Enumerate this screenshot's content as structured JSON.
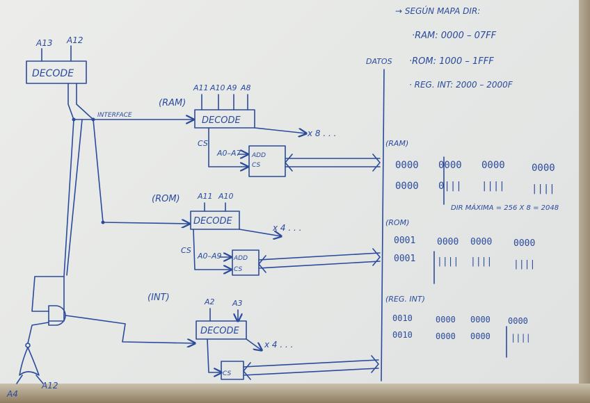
{
  "address_map": {
    "heading": "→ SEGÚN MAPA DIR:",
    "ram": "·RAM: 0000 – 07FF",
    "rom": "·ROM: 1000 – 1FFF",
    "reg": "· REG. INT: 2000 – 2000F"
  },
  "top_decoder": {
    "label": "DECODE",
    "in_a": "A13",
    "in_b": "A12"
  },
  "interface_label": "INTERFACE",
  "datos_label": "DATOS",
  "ram_block": {
    "tag": "(RAM)",
    "decode": "DECODE",
    "inputs": [
      "A11",
      "A10",
      "A9",
      "A8"
    ],
    "cs": "CS",
    "addr": "A0–A7",
    "chip_add": "ADD",
    "chip_cs": "CS",
    "mult": "x 8 . . ."
  },
  "rom_block": {
    "tag": "(ROM)",
    "decode": "DECODE",
    "inputs": [
      "A11",
      "A10"
    ],
    "cs": "CS",
    "addr": "A0–A9",
    "chip_add": "ADD",
    "chip_cs": "CS",
    "mult": "x 4 . . ."
  },
  "int_block": {
    "tag": "(INT)",
    "decode": "DECODE",
    "inputs": [
      "A2",
      "A3"
    ],
    "chip_cs": "CS",
    "mult": "x 4 . . ."
  },
  "gate_inputs": [
    "A4",
    "A12"
  ],
  "bits": {
    "ram_tag": "(RAM)",
    "ram_row1": [
      "0000",
      "0000",
      "0000",
      "0000"
    ],
    "ram_row2": [
      "0000",
      "0|||",
      "||||",
      "||||"
    ],
    "ram_note": "DIR MÁXIMA = 256 X 8 = 2048",
    "rom_tag": "(ROM)",
    "rom_row1": [
      "0001",
      "0000",
      "0000",
      "0000"
    ],
    "rom_row2": [
      "0001",
      "||||",
      "||||",
      "||||"
    ],
    "reg_tag": "(REG. INT)",
    "reg_row1": [
      "0010",
      "0000",
      "0000",
      "0000"
    ],
    "reg_row2": [
      "0010",
      "0000",
      "0000",
      "||||"
    ]
  },
  "colors": {
    "ink": "#2a4a9c",
    "board": "#e8e9e6",
    "frame": "#9c8d74"
  }
}
